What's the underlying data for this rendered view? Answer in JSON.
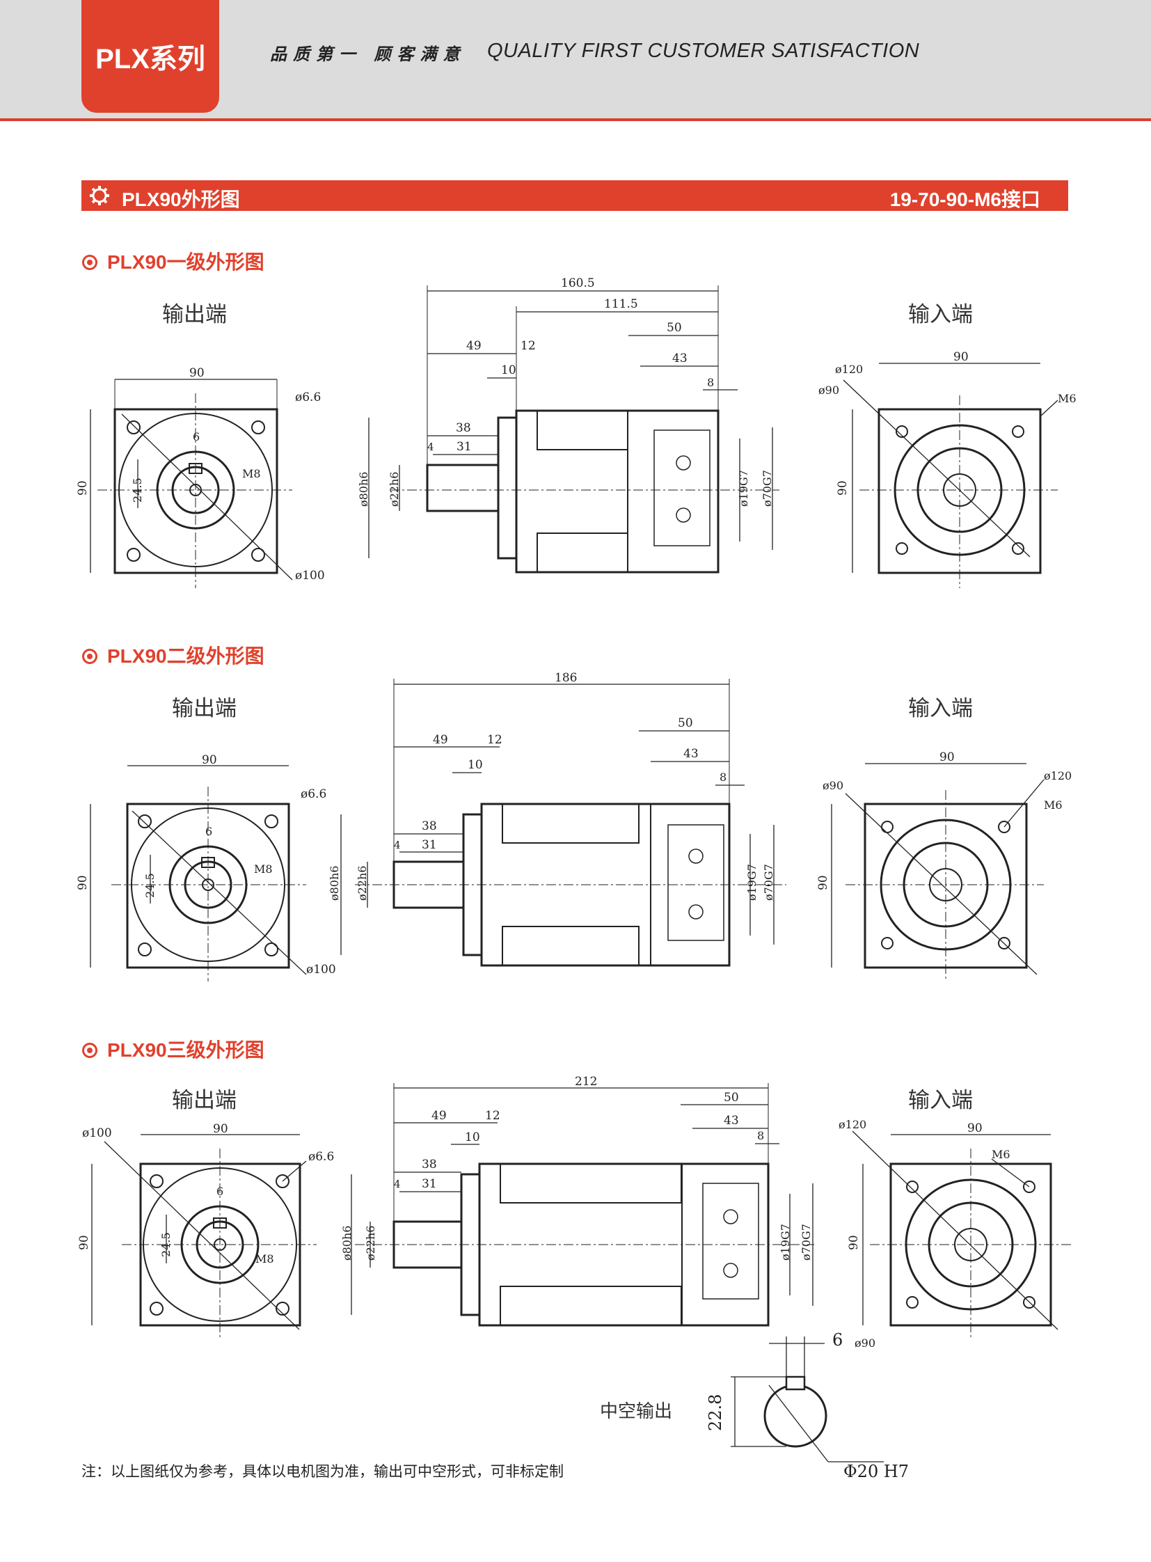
{
  "header": {
    "series": "PLX系列",
    "slogan_cn": "品质第一 顾客满意",
    "slogan_en": "QUALITY FIRST  CUSTOMER SATISFACTION"
  },
  "title_bar": {
    "title": "PLX90外形图",
    "interface": "19-70-90-M6接口",
    "icon": "gear-icon"
  },
  "stages": [
    {
      "heading": "PLX90一级外形图",
      "output_label": "输出端",
      "input_label": "输入端",
      "output_view": {
        "width": "90",
        "height": "90",
        "hole": "ø6.6",
        "pcd": "ø100",
        "key": "6",
        "key_height": "24.5",
        "thread": "M8"
      },
      "side_view": {
        "total": "160.5",
        "body": "111.5",
        "shaft": "49",
        "flange": "12",
        "step": "10",
        "shaft_len": "38",
        "key_len": "31",
        "key_offset": "4",
        "adapter": "50",
        "adapter_in": "43",
        "adapter_step": "8",
        "pilot": "ø80h6",
        "shaft_dia": "ø22h6",
        "bore": "ø19G7",
        "input_pilot": "ø70G7"
      },
      "input_view": {
        "width": "90",
        "height": "90",
        "pcd": "ø120",
        "circle": "ø90",
        "thread": "M6"
      }
    },
    {
      "heading": "PLX90二级外形图",
      "output_label": "输出端",
      "input_label": "输入端",
      "output_view": {
        "width": "90",
        "height": "90",
        "hole": "ø6.6",
        "pcd": "ø100",
        "key": "6",
        "key_height": "24.5",
        "thread": "M8"
      },
      "side_view": {
        "total": "186",
        "shaft": "49",
        "flange": "12",
        "step": "10",
        "shaft_len": "38",
        "key_len": "31",
        "key_offset": "4",
        "adapter": "50",
        "adapter_in": "43",
        "adapter_step": "8",
        "pilot": "ø80h6",
        "shaft_dia": "ø22h6",
        "bore": "ø19G7",
        "input_pilot": "ø70G7"
      },
      "input_view": {
        "width": "90",
        "height": "90",
        "pcd": "ø120",
        "circle": "ø90",
        "thread": "M6"
      }
    },
    {
      "heading": "PLX90三级外形图",
      "output_label": "输出端",
      "input_label": "输入端",
      "output_view": {
        "width": "90",
        "height": "90",
        "hole": "ø6.6",
        "pcd": "ø100",
        "key": "6",
        "key_height": "24.5",
        "thread": "M8"
      },
      "side_view": {
        "total": "212",
        "shaft": "49",
        "flange": "12",
        "step": "10",
        "shaft_len": "38",
        "key_len": "31",
        "key_offset": "4",
        "adapter": "50",
        "adapter_in": "43",
        "adapter_step": "8",
        "pilot": "ø80h6",
        "shaft_dia": "ø22h6",
        "bore": "ø19G7",
        "input_pilot": "ø70G7"
      },
      "input_view": {
        "width": "90",
        "height": "90",
        "pcd": "ø120",
        "circle": "ø90",
        "thread": "M6"
      }
    }
  ],
  "hollow_output": {
    "label": "中空输出",
    "key_width": "6",
    "height": "22.8",
    "diameter": "Φ20 H7"
  },
  "note": "注：以上图纸仅为参考，具体以电机图为准，输出可中空形式，可非标定制"
}
